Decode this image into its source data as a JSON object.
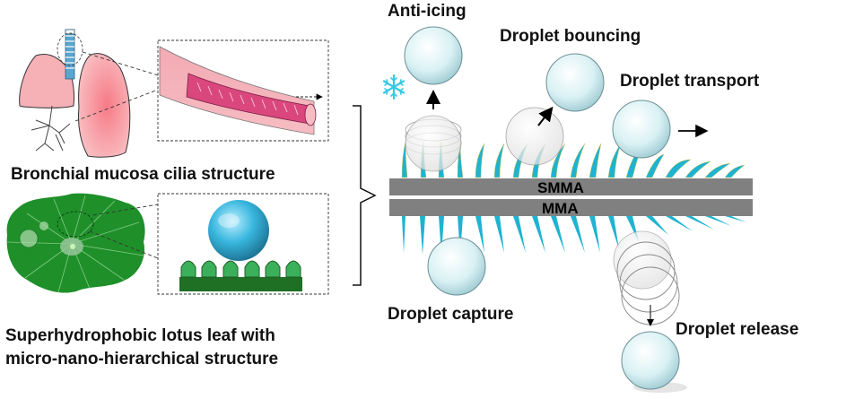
{
  "left_panel": {
    "bronchus_caption": "Bronchial mucosa cilia structure",
    "lotus_caption_line1": "Superhydrophobic  lotus leaf with",
    "lotus_caption_line2": "micro-nano-hierarchical structure"
  },
  "right_panel": {
    "layers": {
      "top": "SMMA",
      "bottom": "MMA"
    },
    "functions": {
      "anti_icing": "Anti-icing",
      "droplet_bouncing": "Droplet bouncing",
      "droplet_transport": "Droplet transport",
      "droplet_capture": "Droplet capture",
      "droplet_release": "Droplet release"
    }
  },
  "colors": {
    "lung_pink": "#f5a7ad",
    "trachea_blue": "#5aa6cf",
    "lotus_green": "#1f8f2a",
    "lotus_dark": "#186b1f",
    "cilia_cyan": "#1fb3d1",
    "layer_gray": "#808080",
    "droplet_tint": "#cfeef2",
    "snowflake": "#35c8e6"
  },
  "icons": {
    "snowflake": "snowflake-icon"
  }
}
